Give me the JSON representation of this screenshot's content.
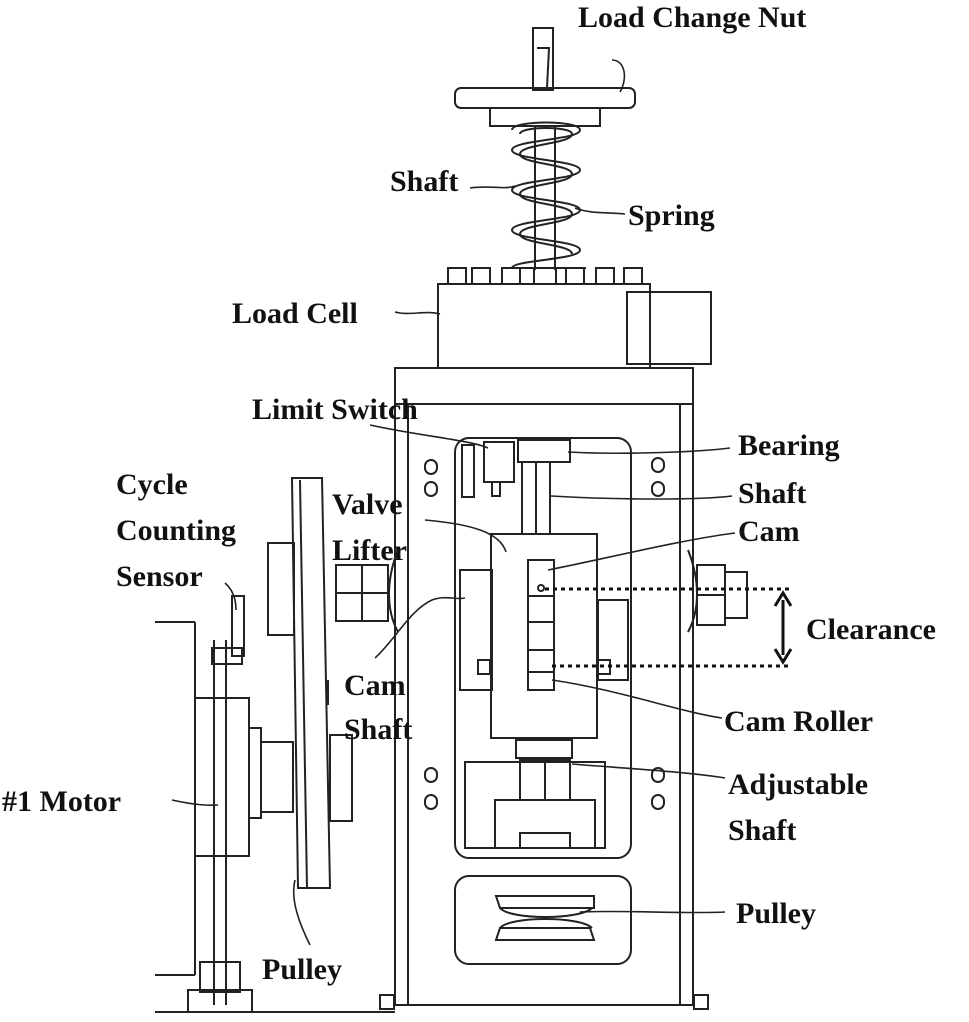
{
  "colors": {
    "stroke": "#222222",
    "background": "#ffffff"
  },
  "labels": {
    "load_change_nut": "Load Change Nut",
    "shaft_top": "Shaft",
    "spring": "Spring",
    "load_cell": "Load Cell",
    "limit_switch": "Limit Switch",
    "bearing": "Bearing",
    "shaft_right": "Shaft",
    "cam": "Cam",
    "cycle_counting_sensor": [
      "Cycle",
      "Counting",
      "Sensor"
    ],
    "valve_lifter": [
      "Valve",
      "Lifter"
    ],
    "clearance": "Clearance",
    "cam_shaft": [
      "Cam",
      "Shaft"
    ],
    "cam_roller": "Cam Roller",
    "adjustable_shaft": [
      "Adjustable",
      "Shaft"
    ],
    "motor": "#1 Motor",
    "pulley_right": "Pulley",
    "pulley_bottom": "Pulley"
  }
}
